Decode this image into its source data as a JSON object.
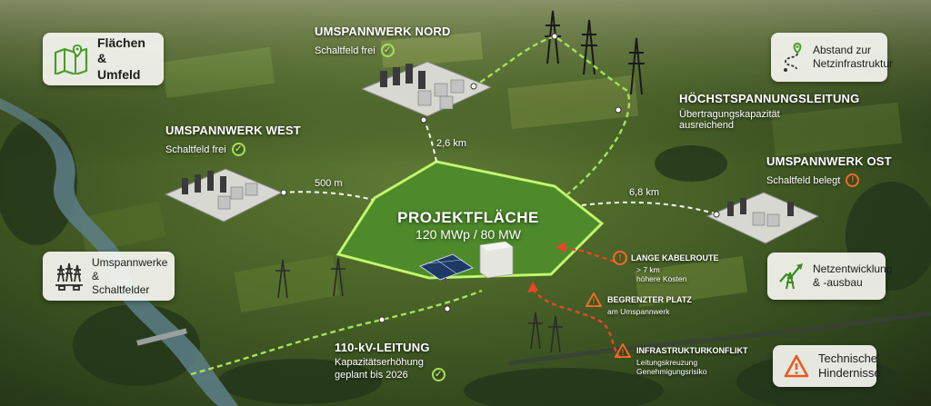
{
  "cards": {
    "flaechen": {
      "label_line1": "Flächen &",
      "label_line2": "Umfeld",
      "icon": "map-pin-icon"
    },
    "abstand": {
      "label_line1": "Abstand zur",
      "label_line2": "Netzinfrastruktur",
      "icon": "route-icon"
    },
    "umspannwerke": {
      "label_line1": "Umspannwerke &",
      "label_line2": "Schaltfelder",
      "icon": "substation-icon"
    },
    "netzentwicklung": {
      "label_line1": "Netzentwicklung",
      "label_line2": "& -ausbau",
      "icon": "grid-growth-icon"
    },
    "hindernisse": {
      "label_line1": "Technische",
      "label_line2": "Hindernisse",
      "icon": "warning-icon"
    }
  },
  "substations": {
    "nord": {
      "title": "UMSPANNWERK NORD",
      "status": "Schaltfeld frei",
      "status_type": "ok"
    },
    "west": {
      "title": "UMSPANNWERK WEST",
      "status": "Schaltfeld frei",
      "status_type": "ok"
    },
    "ost": {
      "title": "UMSPANNWERK OST",
      "status": "Schaltfeld belegt",
      "status_type": "warning"
    }
  },
  "lines": {
    "hoechst": {
      "title": "HÖCHSTSPANNUNGSLEITUNG",
      "line1": "Übertragungskapazität",
      "line2": "ausreichend"
    },
    "kv110": {
      "title": "110-kV-LEITUNG",
      "line1": "Kapazitätserhöhung",
      "line2": "geplant bis 2026",
      "status_type": "ok"
    }
  },
  "distances": {
    "nord": "2,6 km",
    "west": "500 m",
    "ost": "6,8 km"
  },
  "project": {
    "title": "PROJEKTFLÄCHE",
    "capacity": "120 MWp / 80 MW"
  },
  "risks": {
    "kabelroute": {
      "title": "LANGE KABELROUTE",
      "line1": "> 7 km",
      "line2": "höhere Kosten"
    },
    "platz": {
      "title": "BEGRENZTER PLATZ",
      "line1": "am Umspannwerk"
    },
    "konflikt": {
      "title": "INFRASTRUKTURKONFLIKT",
      "line1": "Leitungskreuzung",
      "line2": "Genehmigungsrisiko"
    }
  },
  "colors": {
    "accent_green": "#a8e05a",
    "warning_orange": "#f06a2a",
    "route_red": "#e8452a"
  }
}
